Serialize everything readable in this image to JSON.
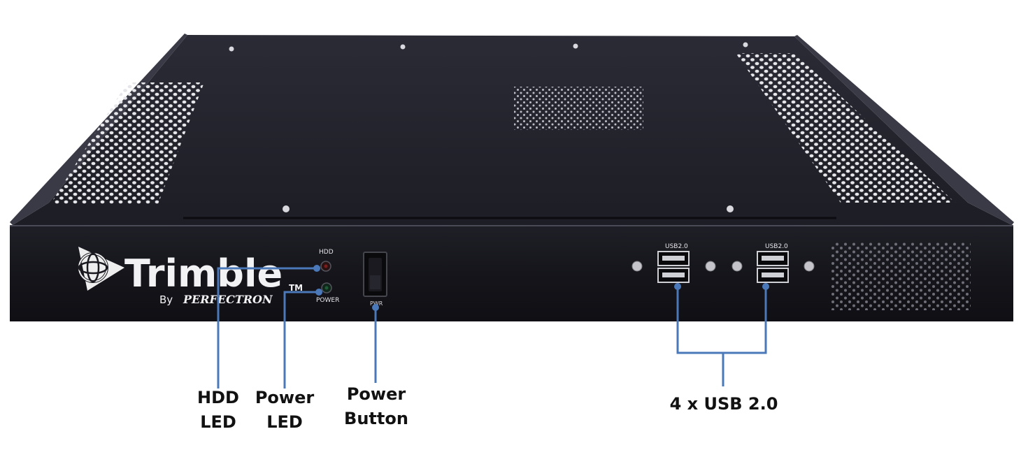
{
  "device": {
    "brand": "Trimble",
    "trademark": "TM",
    "by_text": "By",
    "sub_brand": "PERFECTRON",
    "hdd_indicator": "HDD",
    "power_indicator": "POWER",
    "switch_text": "PWR",
    "usb_port_text": "USB2.0"
  },
  "callouts": {
    "hdd_led": {
      "line1": "HDD",
      "line2": "LED"
    },
    "power_led": {
      "line1": "Power",
      "line2": "LED"
    },
    "power_button": {
      "line1": "Power",
      "line2": "Button"
    },
    "usb": {
      "text": "4 x USB 2.0"
    }
  },
  "colors": {
    "chassis": "#1a1a22",
    "leader_line": "#4a78b8"
  }
}
